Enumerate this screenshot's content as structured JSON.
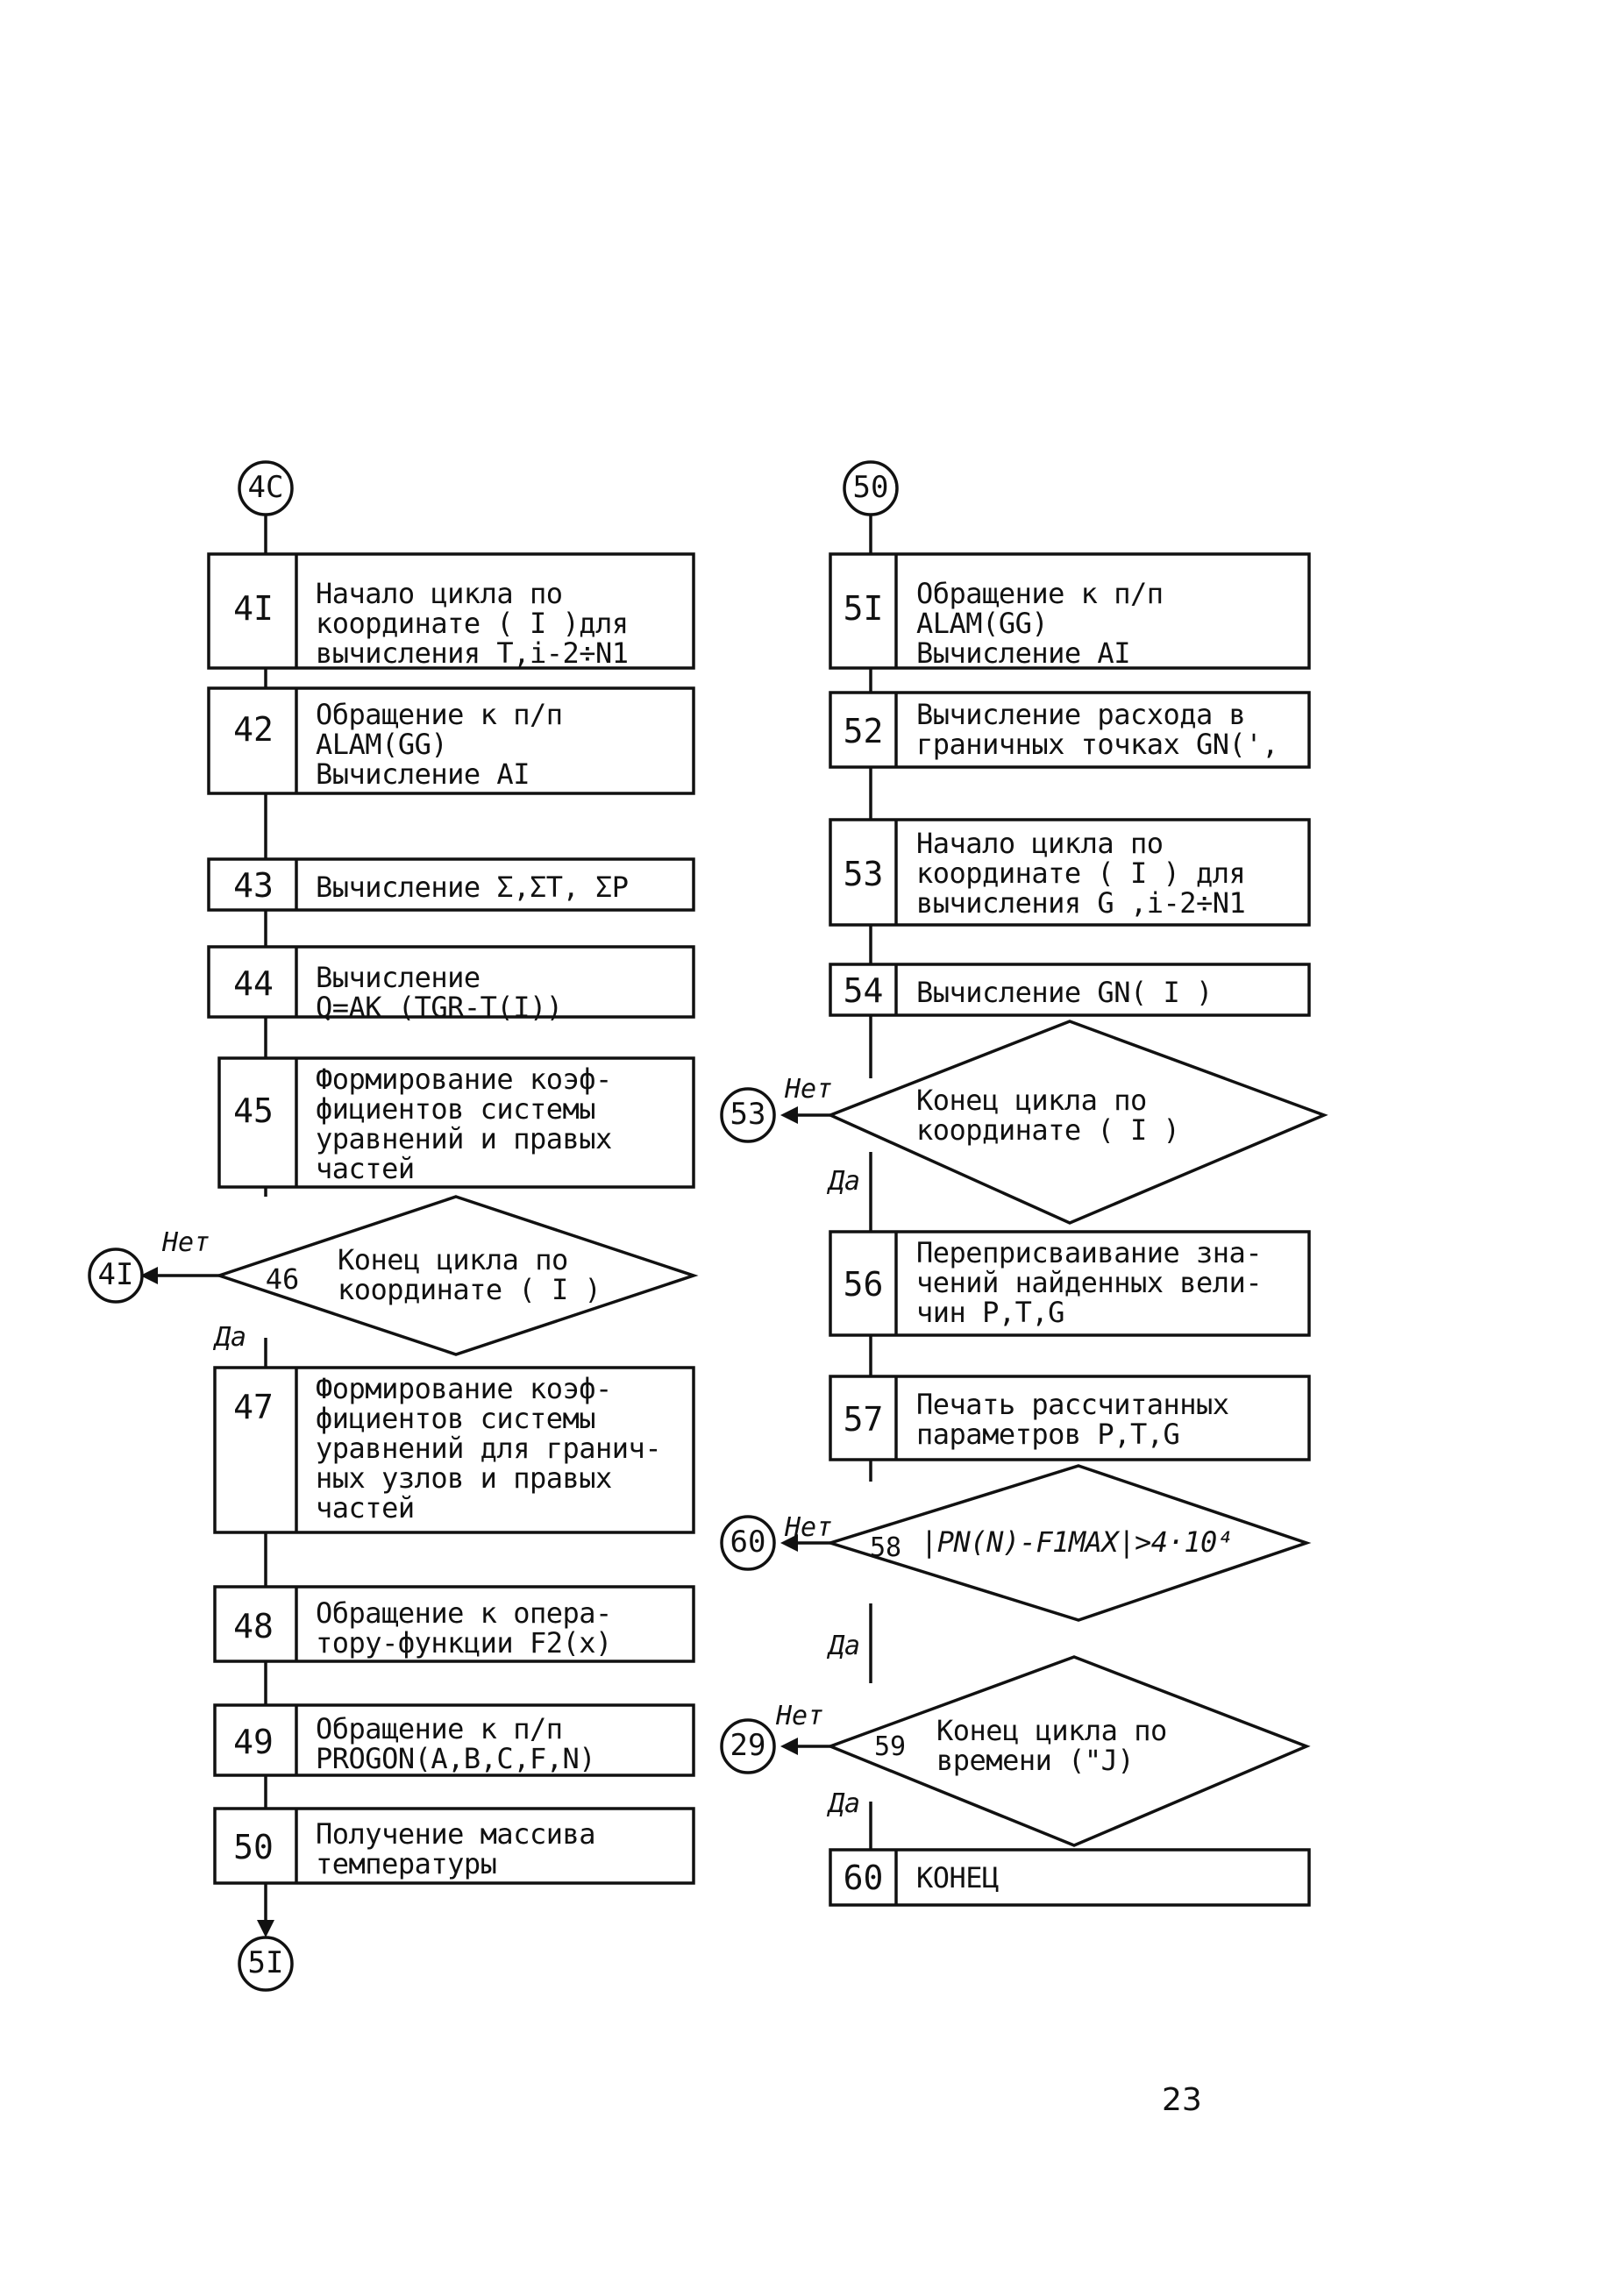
{
  "connectors": {
    "c40": "4C",
    "c50": "50",
    "c41_left": "4I",
    "c53_left": "53",
    "c60_left": "60",
    "c29_left": "29",
    "c51_end": "5I"
  },
  "left_column": [
    {
      "num": "4I",
      "text": "Начало цикла по\nкоординате ( I )для\nвычисления T,i-2÷N1"
    },
    {
      "num": "42",
      "text": "Обращение к п/п\nALAM(GG)\nВычисление AI"
    },
    {
      "num": "43",
      "text": "Вычисление Σ,ΣT, ΣP"
    },
    {
      "num": "44",
      "text": "Вычисление\nQ=AK (TGR-T(I))"
    },
    {
      "num": "45",
      "text": "Формирование коэф-\nфициентов системы\nуравнений и правых\nчастей"
    },
    {
      "num": "46",
      "text": "Конец цикла по\nкоординате ( I )"
    },
    {
      "num": "47",
      "text": "Формирование коэф-\nфициентов системы\nуравнений для гранич-\nных узлов и правых\nчастей"
    },
    {
      "num": "48",
      "text": "Обращение к опера-\nтору-функции F2(x)"
    },
    {
      "num": "49",
      "text": "Обращение к п/п\nPROGON(A,B,C,F,N)"
    },
    {
      "num": "50",
      "text": "Получение массива\nтемпературы"
    }
  ],
  "right_column": [
    {
      "num": "5I",
      "text": "Обращение к п/п\nALAM(GG)\nВычисление AI"
    },
    {
      "num": "52",
      "text": "Вычисление расхода в\nграничных точках GN(',"
    },
    {
      "num": "53",
      "text": "Начало цикла по\nкоординате ( I ) для\nвычисления G ,i-2÷N1"
    },
    {
      "num": "54",
      "text": "Вычисление GN( I )"
    },
    {
      "num": "",
      "text": "Конец цикла по\nкоординате ( I )"
    },
    {
      "num": "56",
      "text": "Переприсваивание зна-\nчений найденных вели-\nчин P,T,G"
    },
    {
      "num": "57",
      "text": "Печать рассчитанных\nпараметров P,T,G"
    },
    {
      "num": "58",
      "text": "|PN(N)-F1MAX|>4·10⁴"
    },
    {
      "num": "59",
      "text": "Конец цикла по\nвремени (\"J)"
    },
    {
      "num": "60",
      "text": "КОНЕЦ"
    }
  ],
  "branch_labels": {
    "net": "Нет",
    "da": "Да"
  },
  "page_number": "23"
}
